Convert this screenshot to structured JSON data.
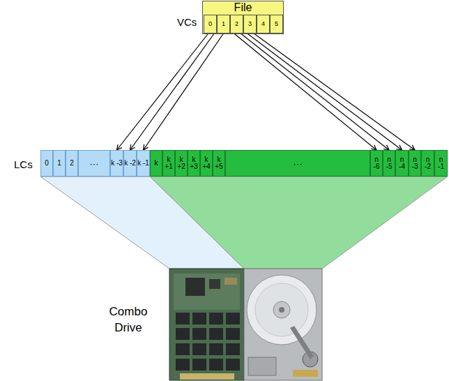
{
  "diagram": {
    "nodes": [
      {
        "text": [
          "File"
        ]
      },
      {
        "text": [
          "0"
        ],
        "in": 0
      },
      {
        "text": [
          "1"
        ],
        "in": 0
      },
      {
        "text": [
          "2"
        ],
        "in": 0
      },
      {
        "text": [
          "3"
        ],
        "in": 0
      },
      {
        "text": [
          "4"
        ],
        "in": 0
      },
      {
        "text": [
          "5"
        ],
        "in": 0
      },
      {
        "text": [
          "0"
        ]
      },
      {
        "text": [
          "1"
        ]
      },
      {
        "text": [
          "2"
        ]
      },
      {
        "text": [
          "···"
        ]
      },
      {
        "text": [
          "k -3"
        ]
      },
      {
        "text": [
          "k -2"
        ]
      },
      {
        "text": [
          "k -1"
        ]
      },
      {
        "text": [
          "k"
        ]
      },
      {
        "text": [
          "k +1"
        ]
      },
      {
        "text": [
          "k +2"
        ]
      },
      {
        "text": [
          "k +3"
        ]
      },
      {
        "text": [
          "k +4"
        ]
      },
      {
        "text": [
          "k +5"
        ]
      },
      {
        "text": [
          "···"
        ]
      },
      {
        "text": [
          "n -6"
        ]
      },
      {
        "text": [
          "n -5"
        ]
      },
      {
        "text": [
          "n -4"
        ]
      },
      {
        "text": [
          "n -3"
        ]
      },
      {
        "text": [
          "n -2"
        ]
      },
      {
        "text": [
          "n -1"
        ]
      }
    ],
    "edges": [
      {
        "from": 1,
        "to": 11,
        "arrow": "to"
      },
      {
        "from": 1,
        "to": 12,
        "arrow": "to"
      },
      {
        "from": 2,
        "to": 13,
        "arrow": "to"
      },
      {
        "from": 3,
        "to": 21,
        "arrow": "to"
      },
      {
        "from": 3,
        "to": 22,
        "arrow": "to"
      },
      {
        "from": 4,
        "to": 23,
        "arrow": "to"
      },
      {
        "from": 4,
        "to": 24,
        "arrow": "to"
      }
    ],
    "labels": [
      "VCs",
      "LCs",
      "Combo Drive"
    ]
  }
}
